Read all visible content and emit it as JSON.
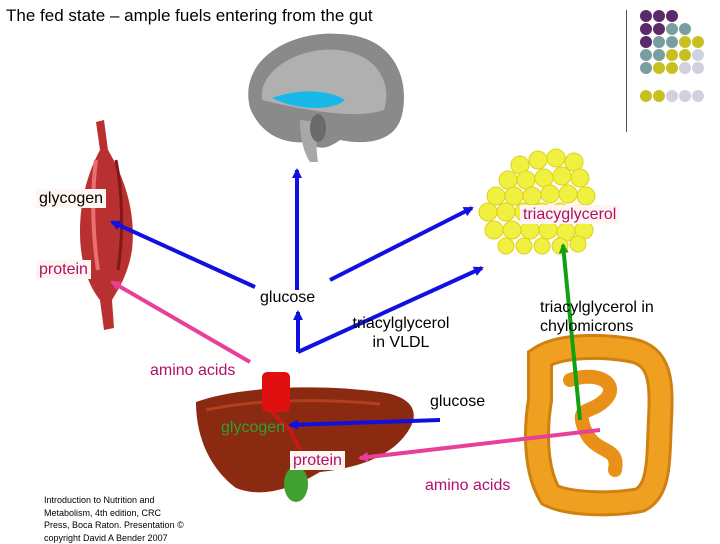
{
  "title": "The fed state – ample fuels entering from the gut",
  "labels": {
    "glycogen_muscle": "glycogen",
    "protein_muscle": "protein",
    "triacylglycerol_adipose": "triacyglycerol",
    "glucose_upper": "glucose",
    "tag_vldl_line1": "triacylglycerol",
    "tag_vldl_line2": "in VLDL",
    "tag_chylo_line1": "triacylglycerol in",
    "tag_chylo_line2": "chylomicrons",
    "amino_acids_upper": "amino acids",
    "glucose_lower": "glucose",
    "glycogen_liver": "glycogen",
    "protein_liver": "protein",
    "amino_acids_lower": "amino acids"
  },
  "credit": {
    "line1": "Introduction to Nutrition and",
    "line2": "Metabolism, 4th edition, CRC",
    "line3": "Press, Boca Raton. Presentation ©",
    "line4": "copyright David A Bender 2007"
  },
  "colors": {
    "blue_arrow": "#1010e0",
    "magenta_arrow": "#e8409a",
    "green_arrow": "#10a010",
    "muscle": "#b83030",
    "adipose": "#f0f040",
    "liver": "#8a2a10",
    "intestine": "#f0a020",
    "dot_purple": "#5a2a6a",
    "dot_teal": "#7a9ea0",
    "dot_olive": "#c8c020",
    "dot_lavender": "#d0d0e0"
  }
}
